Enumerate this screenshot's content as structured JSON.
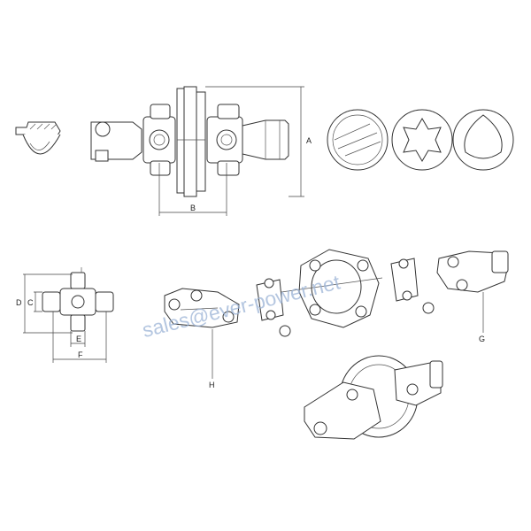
{
  "watermark": "sales@ever-power.net",
  "labels": {
    "A": "A",
    "B": "B",
    "C": "C",
    "D": "D",
    "E": "E",
    "F": "F",
    "G": "G",
    "H": "H"
  }
}
